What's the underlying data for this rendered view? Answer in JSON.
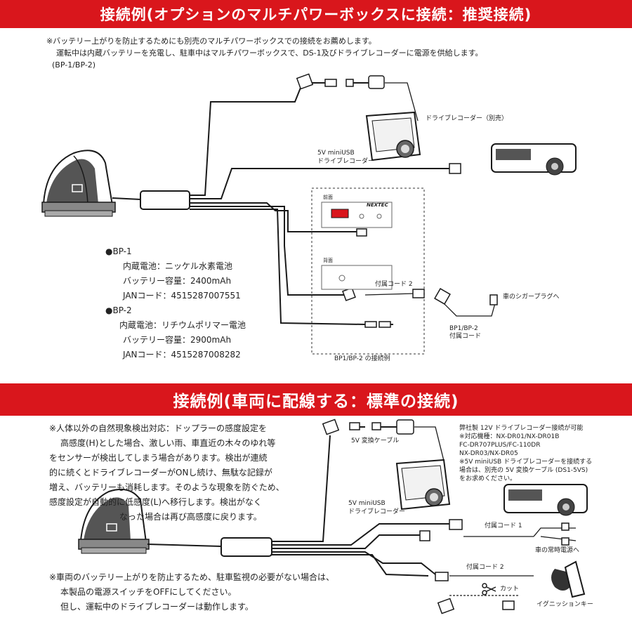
{
  "section1": {
    "title": "接続例(オプションのマルチパワーボックスに接続：推奨接続)",
    "notes": [
      "※バッテリー上がりを防止するためにも別売のマルチパワーボックスでの接続をお薦めします。",
      "運転中は内蔵バッテリーを充電し、駐車中はマルチパワーボックスで、DS-1及びドライブレコーダーに電源を供給します。",
      "(BP-1/BP-2)"
    ],
    "labels": {
      "drive_recorder_sold_separately": "ドライブレコーダー（別売）",
      "miniusb_line1": "5V miniUSB",
      "miniusb_line2": "ドライブレコーダー",
      "front": "前面",
      "back": "背面",
      "brand": "NEXTEC",
      "accessory_cord_2": "付属コード 2",
      "to_car_cigar_plug": "車のシガープラグへ",
      "bp_cord_line1": "BP1/BP-2",
      "bp_cord_line2": "付属コード",
      "bp_connection_example": "BP1/BP-2 の接続例"
    },
    "specs": [
      {
        "name": "●BP-1",
        "battery": "内蔵電池：ニッケル水素電池",
        "capacity": "バッテリー容量：2400mAh",
        "jan": "JANコード：4515287007551"
      },
      {
        "name": "●BP-2",
        "battery": "内蔵電池：リチウムポリマー電池",
        "capacity": "バッテリー容量：2900mAh",
        "jan": "JANコード：4515287008282"
      }
    ]
  },
  "section2": {
    "title": "接続例(車両に配線する：標準の接続)",
    "doppler_note": [
      "※人体以外の自然現象検出対応：ドップラーの感度設定を",
      "高感度(H)とした場合、激しい雨、車直近の木々のゆれ等",
      "をセンサーが検出してしまう場合があります。検出が連続",
      "的に続くとドライブレコーダーがONし続け、無駄な記録が",
      "増え、バッテリーも消耗します。そのような現象を防ぐため、",
      "感度設定が自動的に低感度(L)へ移行します。検出がなく",
      "なった場合は再び高感度に戻ります。"
    ],
    "battery_note": [
      "※車両のバッテリー上がりを防止するため、駐車監視の必要がない場合は、",
      "本製品の電源スイッチをOFFにしてください。",
      "但し、運転中のドライブレコーダーは動作します。"
    ],
    "compat_note": [
      "弊社製 12V ドライブレコーダー接続が可能",
      "※対応機種：NX-DR01/NX-DR01B",
      "FC-DR707PLUS/FC-110DR",
      "NX-DR03/NX-DR05",
      "※5V miniUSB ドライブレコーダーを接続する",
      "場合は、別売の 5V 変換ケーブル (DS1-5VS)",
      "をお求めください。"
    ],
    "labels": {
      "conversion_cable_5v": "5V 変換ケーブル",
      "miniusb_line1": "5V miniUSB",
      "miniusb_line2": "ドライブレコーダー",
      "accessory_cord_1": "付属コード 1",
      "constant_power": "車の常時電源へ",
      "accessory_cord_2": "付属コード 2",
      "cut": "カット",
      "ignition_key": "イグニッションキー"
    }
  },
  "colors": {
    "banner": "#d9161c",
    "banner_text": "#ffffff",
    "line": "#1a1a1a"
  }
}
